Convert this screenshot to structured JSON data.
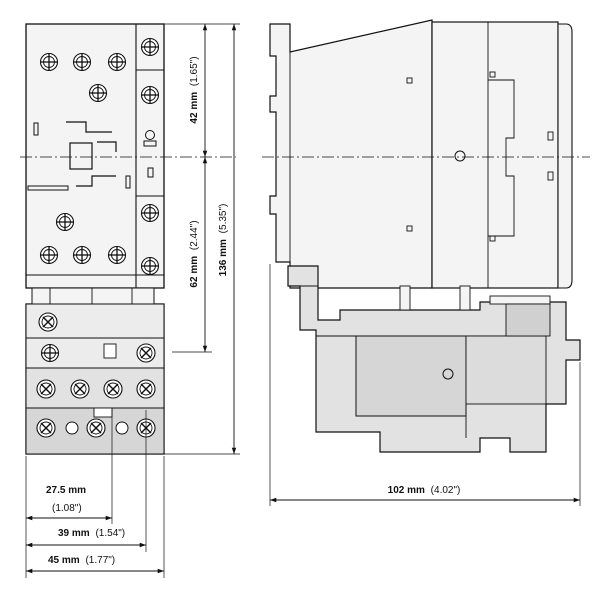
{
  "dimensions": {
    "top_height": {
      "metric": "42 mm",
      "imperial": "(1.65\")"
    },
    "bottom_height": {
      "metric": "62 mm",
      "imperial": "(2.44\")"
    },
    "total_height": {
      "metric": "136 mm",
      "imperial": "(5.35\")"
    },
    "depth": {
      "metric": "102 mm",
      "imperial": "(4.02\")"
    },
    "width_1": {
      "metric": "27.5 mm",
      "imperial": "(1.08\")"
    },
    "width_2": {
      "metric": "39 mm",
      "imperial": "(1.54\")"
    },
    "width_3": {
      "metric": "45 mm",
      "imperial": "(1.77\")"
    }
  },
  "colors": {
    "line": "#111111",
    "body_fill": "#f4f4f4",
    "relay_fill": "#e2e2e2",
    "relay_dark": "#c8c8c8"
  }
}
